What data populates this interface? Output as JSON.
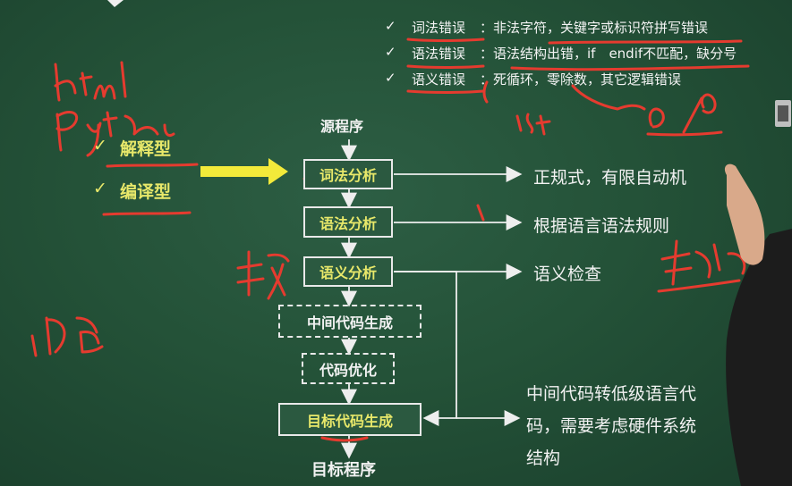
{
  "errors": [
    {
      "check": "✓",
      "label": "词法错误",
      "text": "：非法字符，关键字或标识符拼写错误"
    },
    {
      "check": "✓",
      "label": "语法错误",
      "text": "：语法结构出错，if　endif不匹配，缺分号"
    },
    {
      "check": "✓",
      "label": "语义错误",
      "text": "：死循环，零除数，其它逻辑错误"
    }
  ],
  "kinds": [
    {
      "check": "✓",
      "label": "解释型"
    },
    {
      "check": "✓",
      "label": "编译型"
    }
  ],
  "flow": {
    "source": "源程序",
    "lexical": "词法分析",
    "syntax": "语法分析",
    "semantic": "语义分析",
    "intermediate": "中间代码生成",
    "optimize": "代码优化",
    "codegen": "目标代码生成",
    "target": "目标程序"
  },
  "descriptions": {
    "lexical": "正规式，有限自动机",
    "syntax": "根据语言语法规则",
    "semantic": "语义检查",
    "codegen_line1": "中间代码转低级语言代",
    "codegen_line2": "码，需要考虑硬件系统",
    "codegen_line3": "结构"
  },
  "colors": {
    "board": "#245238",
    "chalk": "#f2f2f2",
    "highlight": "#e8e86a",
    "marker": "#e53b2f",
    "arrow": "#f3ea3a"
  }
}
